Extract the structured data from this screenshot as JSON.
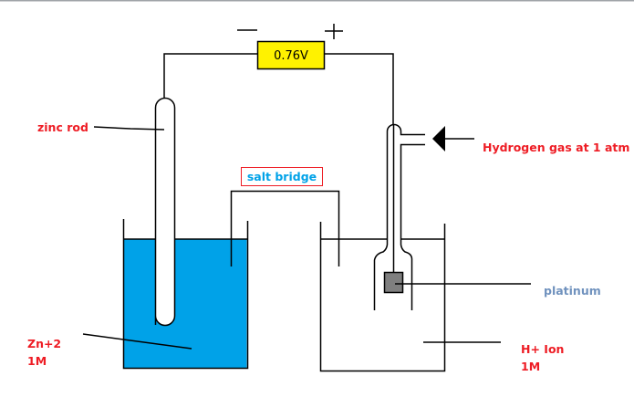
{
  "voltmeter": {
    "reading": "0.76V",
    "negative_sign": "−",
    "positive_sign": "+"
  },
  "labels": {
    "zinc_rod": "zinc rod",
    "salt_bridge": "salt bridge",
    "hydrogen_gas": "Hydrogen gas at 1 atm",
    "platinum": "platinum",
    "zn_ion": "Zn+2",
    "zn_conc": "1M",
    "h_ion": "H+ Ion",
    "h_conc": "1M"
  },
  "colors": {
    "solution": "#00a2e8",
    "voltmeter_fill": "#fff200",
    "label_red": "#ee1c24",
    "salt_bridge_text": "#00a2e8",
    "platinum_text": "#7092be",
    "platinum_electrode": "#7f7f7f"
  }
}
